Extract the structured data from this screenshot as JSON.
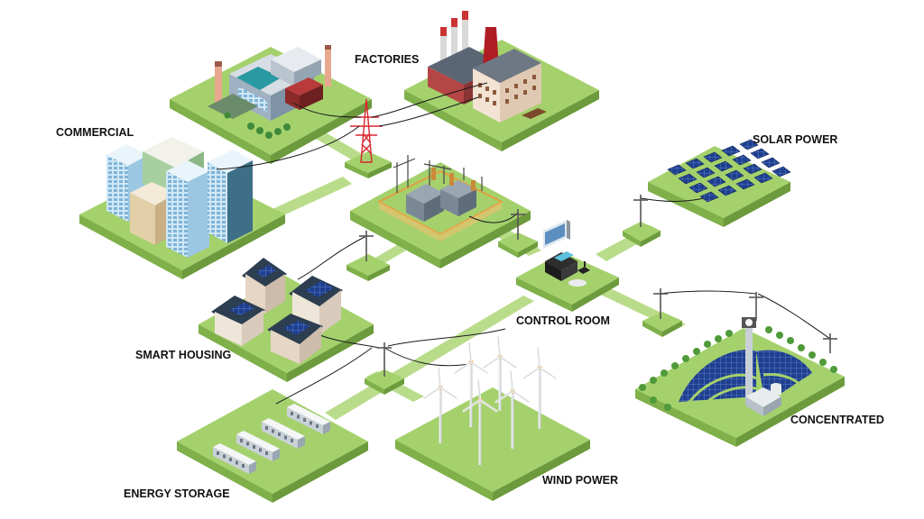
{
  "labels": {
    "factories": "FACTORIES",
    "commercial": "COMMERCIAL",
    "solar_power": "SOLAR POWER",
    "control_room": "CONTROL ROOM",
    "smart_housing": "SMART HOUSING",
    "concentrated": "CONCENTRATED",
    "energy_storage": "ENERGY STORAGE",
    "wind_power": "WIND POWER"
  },
  "colors": {
    "platform_top": "#a5d16d",
    "platform_left": "#7fb04a",
    "platform_right": "#6c9a3c",
    "connector": "#b9dc8a",
    "wire": "#1a1a1a",
    "pylon": "#d8262e",
    "solar_panel": "#1f3f8f",
    "building_glass": "#bfe0f2"
  }
}
